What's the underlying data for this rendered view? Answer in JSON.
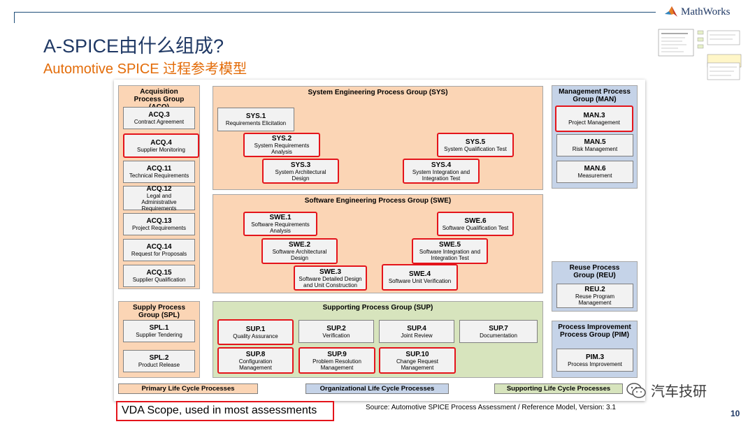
{
  "header": {
    "brand": "MathWorks",
    "title": "A-SPICE由什么组成?",
    "subtitle": "Automotive SPICE 过程参考模型"
  },
  "colors": {
    "orange_group": "#fbd5b5",
    "blue_group": "#c5d3e8",
    "green_group": "#d7e4bd",
    "highlight_red": "#e4141b",
    "title_blue": "#1f3864",
    "subtitle_orange": "#e36c09"
  },
  "groups": {
    "acq": "Acquisition Process Group (ACQ)",
    "spl": "Supply Process Group (SPL)",
    "sys": "System Engineering Process Group (SYS)",
    "swe": "Software Engineering Process Group (SWE)",
    "sup": "Supporting Process Group (SUP)",
    "man": "Management Process Group (MAN)",
    "reu": "Reuse Process Group (REU)",
    "pim": "Process Improvement Process Group (PIM)"
  },
  "processes": {
    "acq3": {
      "id": "ACQ.3",
      "name": "Contract Agreement"
    },
    "acq4": {
      "id": "ACQ.4",
      "name": "Supplier Monitoring"
    },
    "acq11": {
      "id": "ACQ.11",
      "name": "Technical Requirements"
    },
    "acq12": {
      "id": "ACQ.12",
      "name": "Legal and Administrative Requirements"
    },
    "acq13": {
      "id": "ACQ.13",
      "name": "Project Requirements"
    },
    "acq14": {
      "id": "ACQ.14",
      "name": "Request for Proposals"
    },
    "acq15": {
      "id": "ACQ.15",
      "name": "Supplier Qualification"
    },
    "spl1": {
      "id": "SPL.1",
      "name": "Supplier Tendering"
    },
    "spl2": {
      "id": "SPL.2",
      "name": "Product Release"
    },
    "sys1": {
      "id": "SYS.1",
      "name": "Requirements Elicitation"
    },
    "sys2": {
      "id": "SYS.2",
      "name": "System Requirements Analysis"
    },
    "sys3": {
      "id": "SYS.3",
      "name": "System Architectural Design"
    },
    "sys4": {
      "id": "SYS.4",
      "name": "System Integration and Integration Test"
    },
    "sys5": {
      "id": "SYS.5",
      "name": "System Qualification Test"
    },
    "swe1": {
      "id": "SWE.1",
      "name": "Software Requirements Analysis"
    },
    "swe2": {
      "id": "SWE.2",
      "name": "Software Architectural Design"
    },
    "swe3": {
      "id": "SWE.3",
      "name": "Software Detailed Design and Unit Construction"
    },
    "swe4": {
      "id": "SWE.4",
      "name": "Software Unit Verification"
    },
    "swe5": {
      "id": "SWE.5",
      "name": "Software Integration and Integration Test"
    },
    "swe6": {
      "id": "SWE.6",
      "name": "Software Qualification Test"
    },
    "sup1": {
      "id": "SUP.1",
      "name": "Quality Assurance"
    },
    "sup2": {
      "id": "SUP.2",
      "name": "Verification"
    },
    "sup4": {
      "id": "SUP.4",
      "name": "Joint Review"
    },
    "sup7": {
      "id": "SUP.7",
      "name": "Documentation"
    },
    "sup8": {
      "id": "SUP.8",
      "name": "Configuration Management"
    },
    "sup9": {
      "id": "SUP.9",
      "name": "Problem Resolution Management"
    },
    "sup10": {
      "id": "SUP.10",
      "name": "Change Request Management"
    },
    "man3": {
      "id": "MAN.3",
      "name": "Project Management"
    },
    "man5": {
      "id": "MAN.5",
      "name": "Risk Management"
    },
    "man6": {
      "id": "MAN.6",
      "name": "Measurement"
    },
    "reu2": {
      "id": "REU.2",
      "name": "Reuse Program Management"
    },
    "pim3": {
      "id": "PIM.3",
      "name": "Process Improvement"
    }
  },
  "legend": {
    "primary": "Primary Life Cycle Processes",
    "organizational": "Organizational Life Cycle Processes",
    "supporting": "Supporting Life Cycle Processes"
  },
  "footer": {
    "vda_scope": "VDA Scope, used in most assessments",
    "source": "Source: Automotive SPICE Process Assessment / Reference Model, Version: 3.1",
    "page_number": "10",
    "watermark": "汽车技研"
  }
}
